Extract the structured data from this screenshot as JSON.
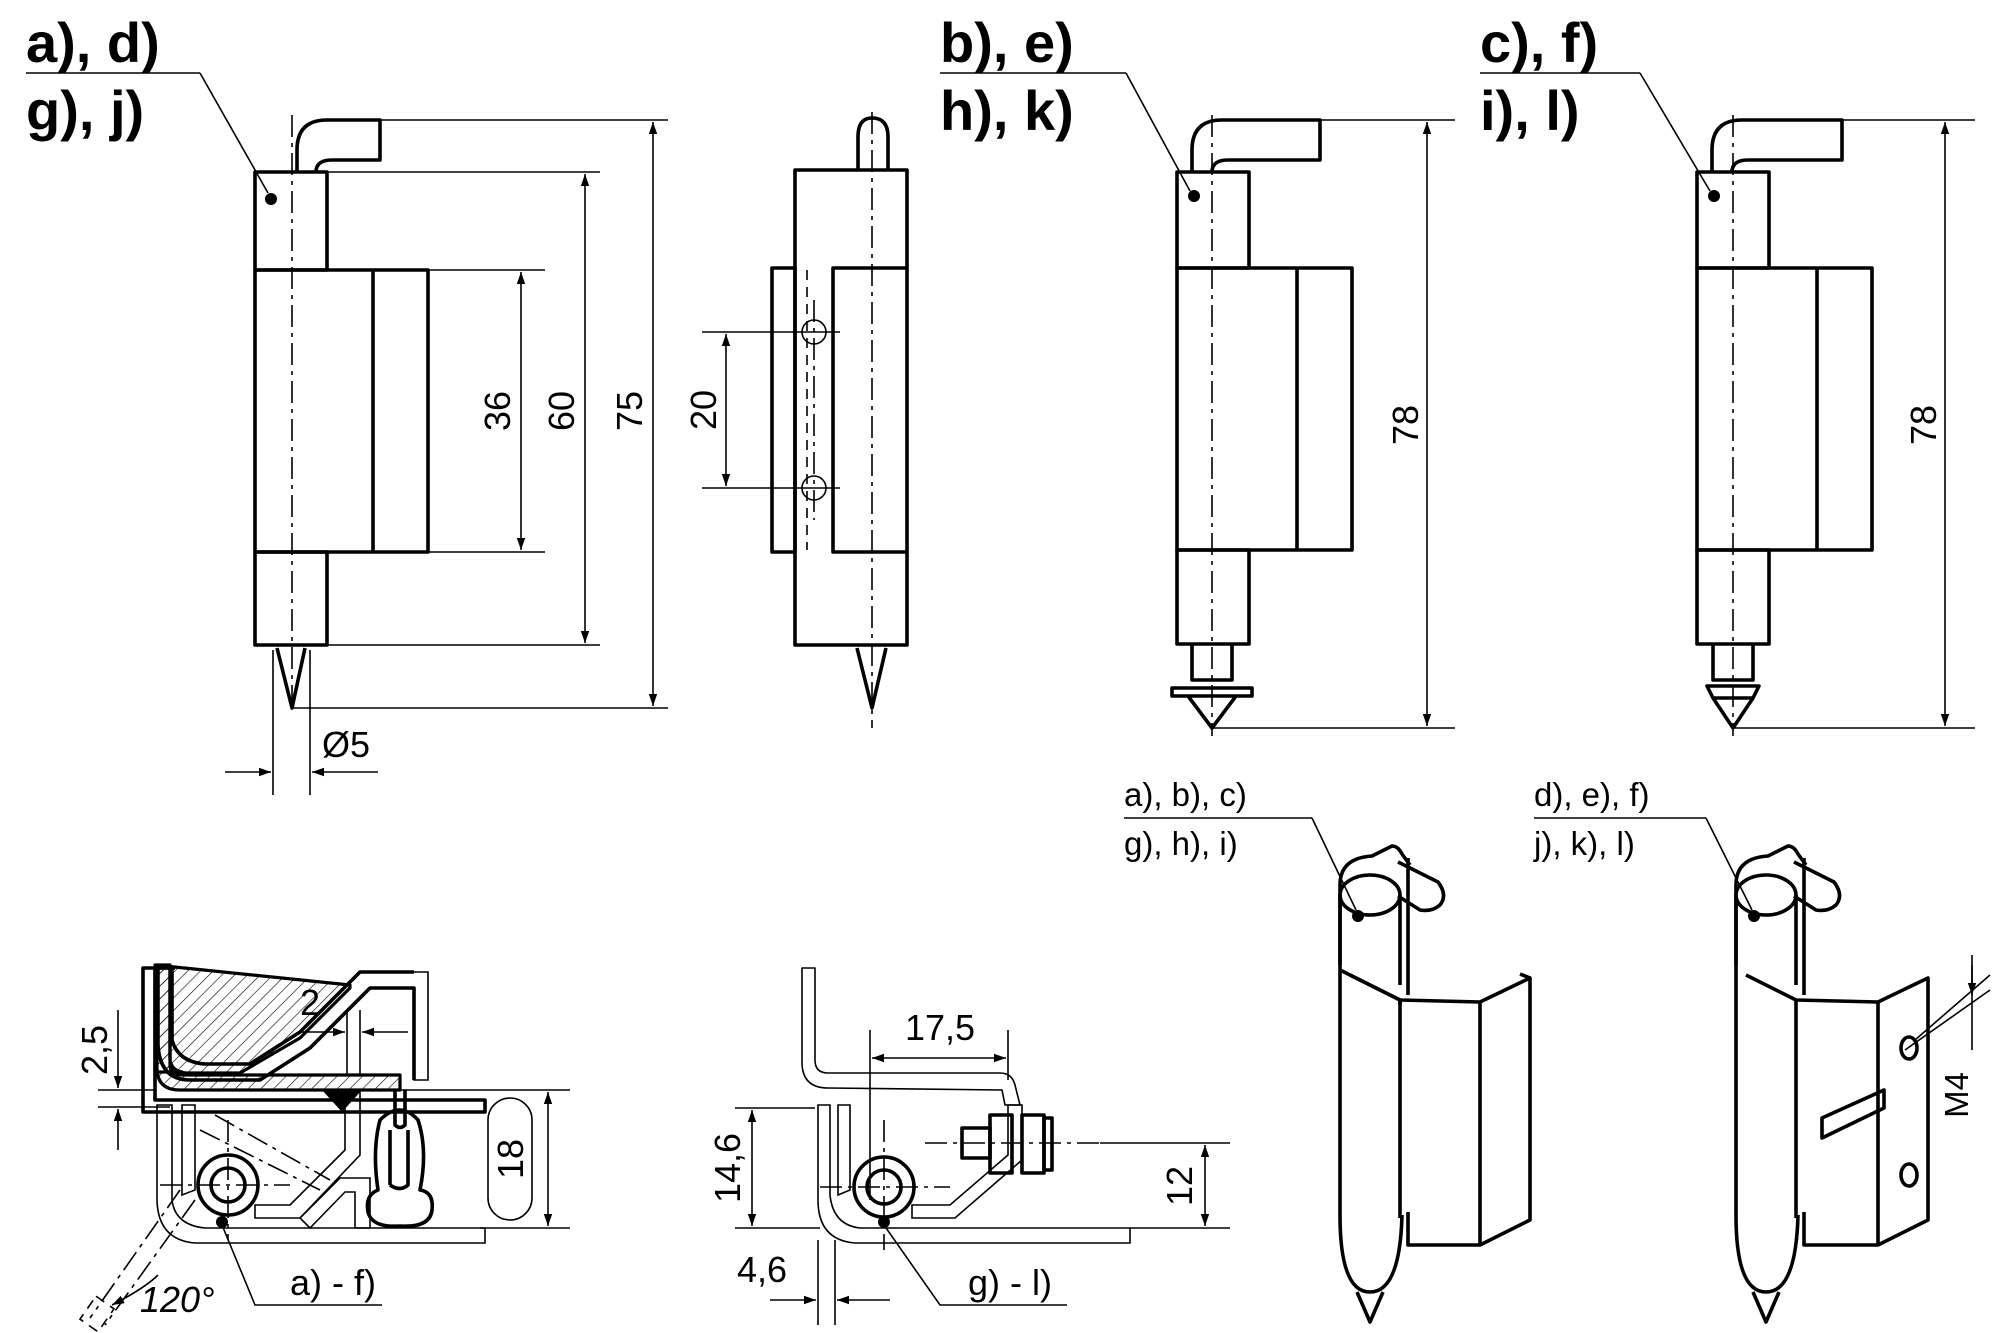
{
  "labels": {
    "view1_line1": "a), d)",
    "view1_line2": "g), j)",
    "view2_line1": "b), e)",
    "view2_line2": "h), k)",
    "view3_line1": "c), f)",
    "view3_line2": "i), l)",
    "iso1_line1": "a), b), c)",
    "iso1_line2": "g), h), i)",
    "iso2_line1": "d), e), f)",
    "iso2_line2": "j), k), l)",
    "section1_note": "a) - f)",
    "section2_note": "g) - l)"
  },
  "dimensions": {
    "d36": "36",
    "d60": "60",
    "d75": "75",
    "d20": "20",
    "dia5": "Ø5",
    "d78a": "78",
    "d78b": "78",
    "d2_5": "2,5",
    "d2": "2",
    "d18": "18",
    "angle": "120°",
    "d17_5": "17,5",
    "d14_6": "14,6",
    "d12": "12",
    "d4_6": "4,6",
    "m4": "M4"
  }
}
